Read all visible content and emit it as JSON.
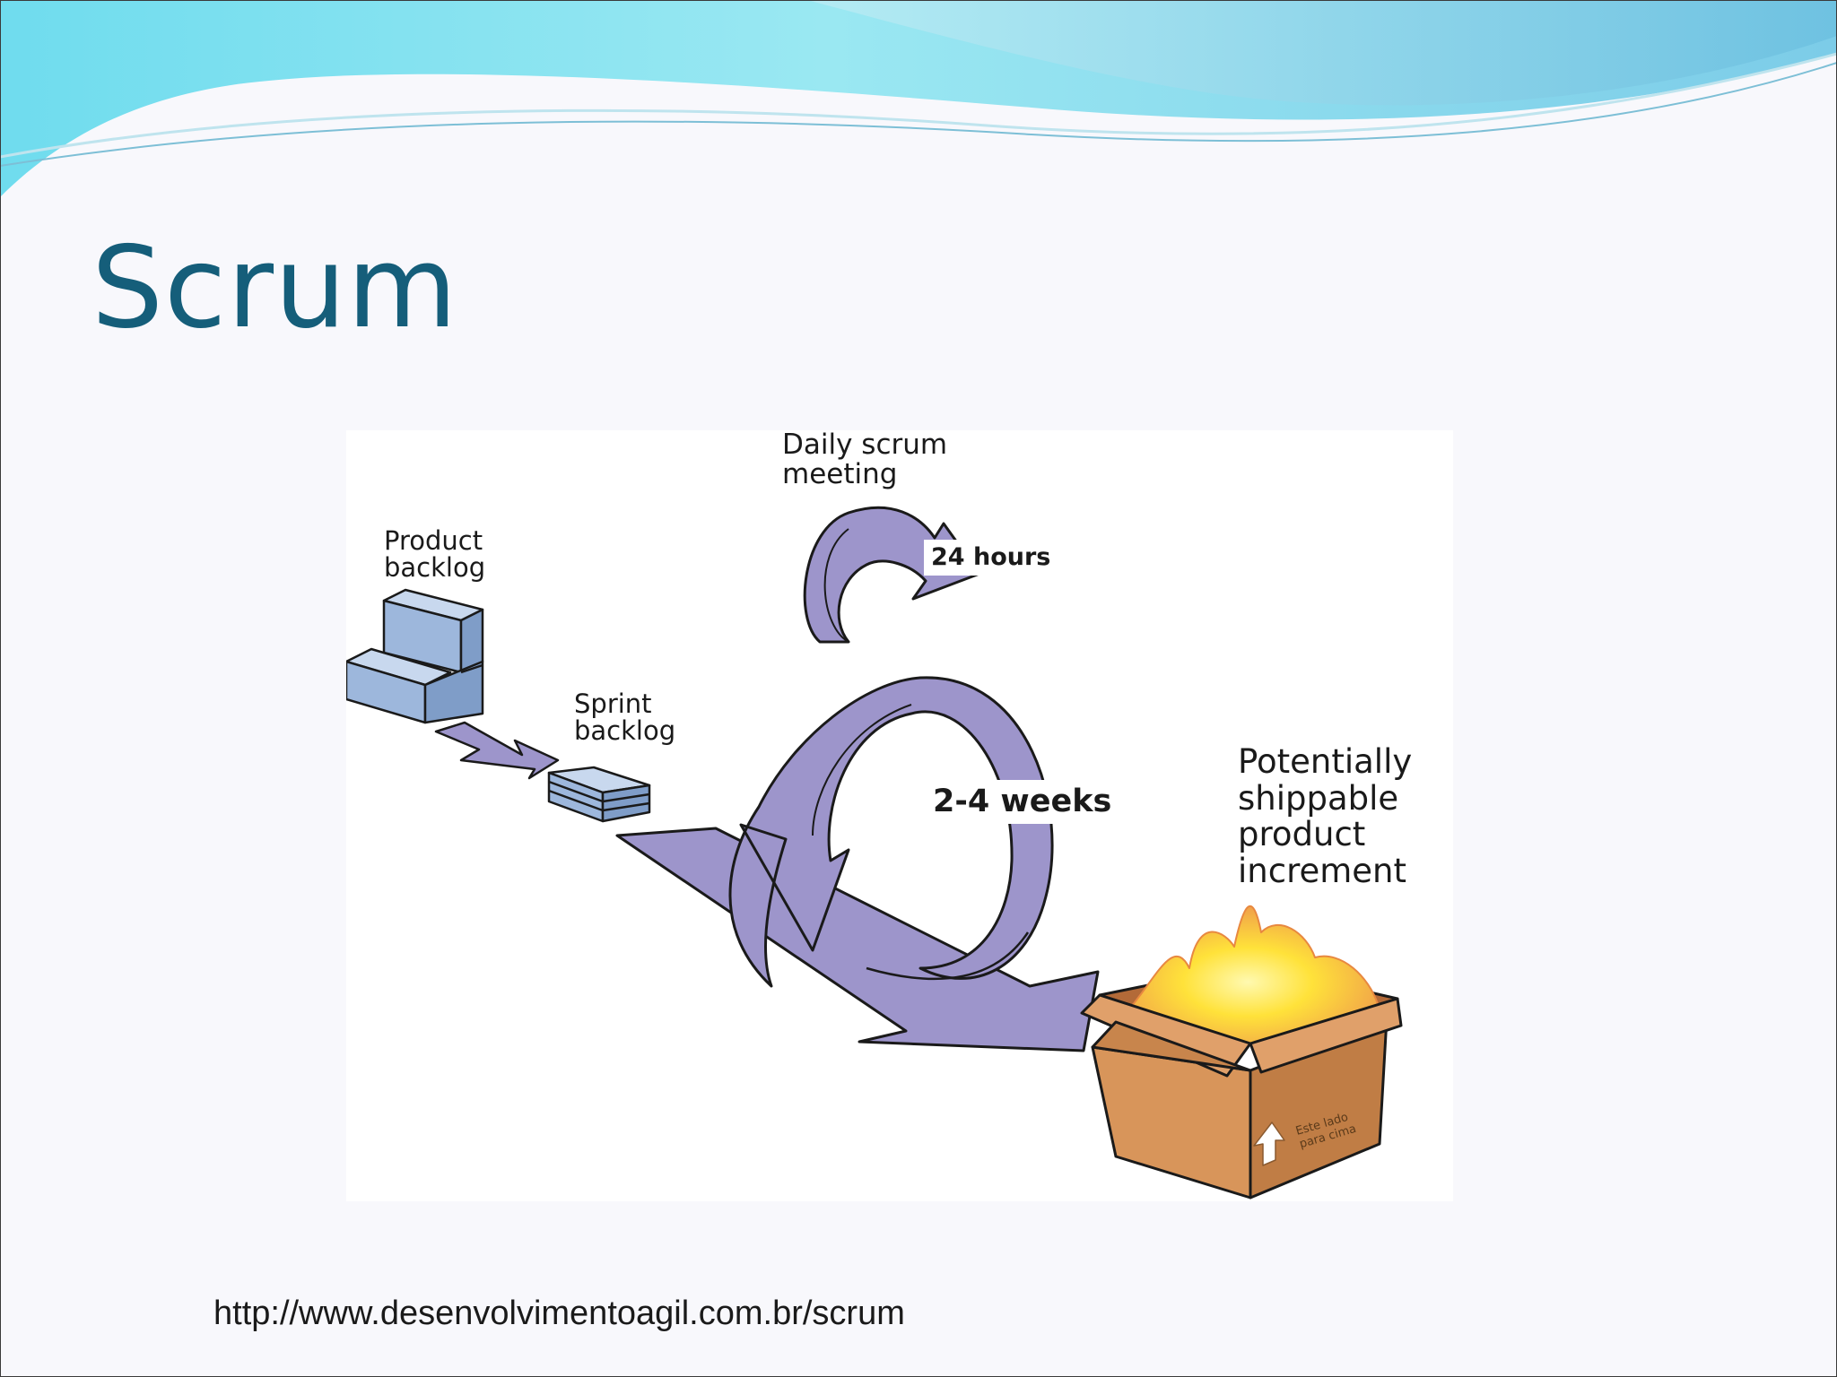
{
  "slide": {
    "title": "Scrum",
    "source_url": "http://www.desenvolvimentoagil.com.br/scrum"
  },
  "diagram": {
    "labels": {
      "product_backlog": "Product\nbacklog",
      "sprint_backlog": "Sprint\nbacklog",
      "daily_scrum": "Daily scrum\nmeeting",
      "daily_cycle": "24 hours",
      "sprint_cycle": "2-4 weeks",
      "increment": "Potentially\nshippable\nproduct\nincrement"
    },
    "box_print": "Este lado\npara cima"
  },
  "colors": {
    "title": "#155e7a",
    "arrow_fill": "#9d95cb",
    "backlog_fill": "#9db7dc",
    "box_fill": "#d8955a",
    "glow": "#ffe23a",
    "wave_primary": "#5fd3e8",
    "wave_secondary": "#8ec8e8"
  }
}
